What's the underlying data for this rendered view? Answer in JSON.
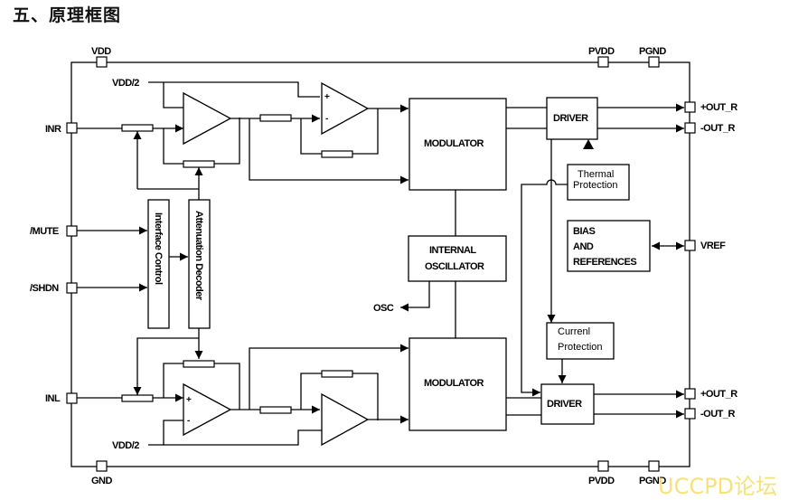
{
  "title": "五、原理框图",
  "watermark": "UCCPD论坛",
  "pins": {
    "vdd": "VDD",
    "pvdd_top": "PVDD",
    "pgnd_top": "PGND",
    "inr": "INR",
    "mute": "/MUTE",
    "shdn": "/SHDN",
    "inl": "INL",
    "gnd": "GND",
    "pvdd_bottom": "PVDD",
    "pgnd_bottom": "PGND",
    "out_r_plus_top": "+OUT_R",
    "out_r_minus_top": "-OUT_R",
    "vref": "VREF",
    "out_r_plus_bottom": "+OUT_R",
    "out_r_minus_bottom": "-OUT_R",
    "osc": "OSC"
  },
  "labels": {
    "vdd_half_top": "VDD/2",
    "vdd_half_bottom": "VDD/2",
    "plus": "+",
    "minus": "-"
  },
  "blocks": {
    "modulator_top": "MODULATOR",
    "modulator_bottom": "MODULATOR",
    "driver_top": "DRIVER",
    "driver_bottom": "DRIVER",
    "internal_oscillator": [
      "INTERNAL",
      "OSCILLATOR"
    ],
    "thermal_protection": [
      "Thermal",
      "Protection"
    ],
    "bias_references": [
      "BIAS",
      "AND",
      "REFERENCES"
    ],
    "current_protection": [
      "Currenl",
      "Protection"
    ],
    "interface_control": "Interface Control",
    "attenuation_decoder": "Attenuation Decoder"
  }
}
